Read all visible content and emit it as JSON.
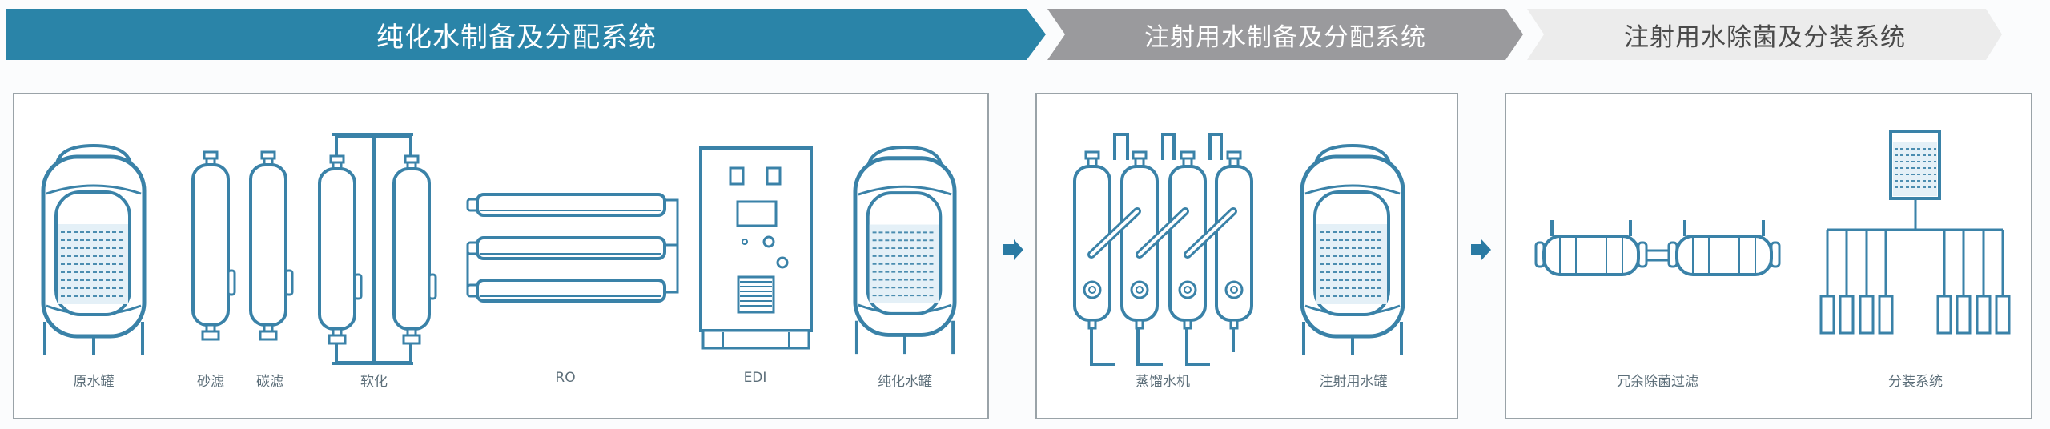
{
  "stages": [
    {
      "title": "纯化水制备及分配系统",
      "color": "#2a84a8",
      "text_color": "#ffffff"
    },
    {
      "title": "注射用水制备及分配系统",
      "color": "#9a9a9d",
      "text_color": "#ffffff"
    },
    {
      "title": "注射用水除菌及分装系统",
      "color": "#ececec",
      "text_color": "#4a4a4a"
    }
  ],
  "panel1": {
    "labels": [
      "原水罐",
      "砂滤",
      "碳滤",
      "软化",
      "RO",
      "EDI",
      "纯化水罐"
    ]
  },
  "panel2": {
    "labels": [
      "蒸馏水机",
      "注射用水罐"
    ]
  },
  "panel3": {
    "labels": [
      "冗余除菌过滤",
      "分装系统"
    ]
  },
  "colors": {
    "line": "#3a82a8",
    "arrow": "#2a7aa3",
    "panel_border": "#9aa3a8"
  }
}
